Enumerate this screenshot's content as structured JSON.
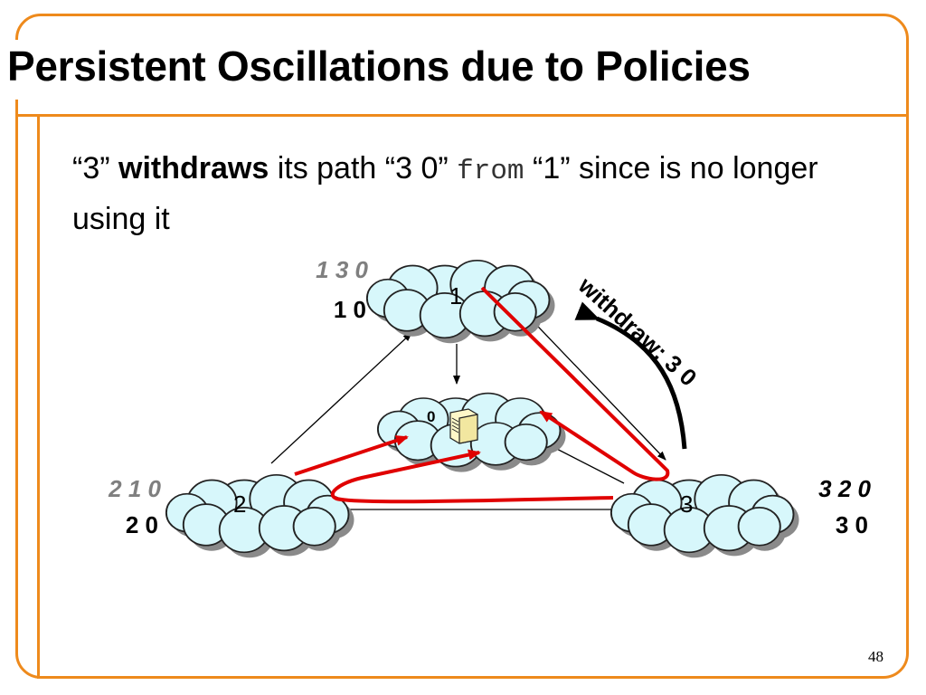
{
  "slide": {
    "title": "Persistent Oscillations due to Policies",
    "bullet": {
      "part1": "“3” ",
      "bold": "withdraws",
      "part2": " its path “3 0” ",
      "code": "from",
      "part3": " “1” since is no longer using it"
    },
    "page_number": "48"
  },
  "diagram": {
    "nodes": {
      "n1": {
        "id": "1",
        "preferred_path": "1 3 0",
        "current_path": "1 0"
      },
      "n0": {
        "id": "0",
        "icon": "server-icon"
      },
      "n2": {
        "id": "2",
        "preferred_path": "2 1 0",
        "current_path": "2 0"
      },
      "n3": {
        "id": "3",
        "preferred_path": "3 2 0",
        "current_path": "3 0"
      }
    },
    "withdraw_label": "withdraw: 3 0"
  },
  "colors": {
    "frame": "#ee8a1c",
    "cloud_fill": "#d7f7fb",
    "active_path": "#e00000",
    "preferred_path_text": "#7f7f7f"
  }
}
